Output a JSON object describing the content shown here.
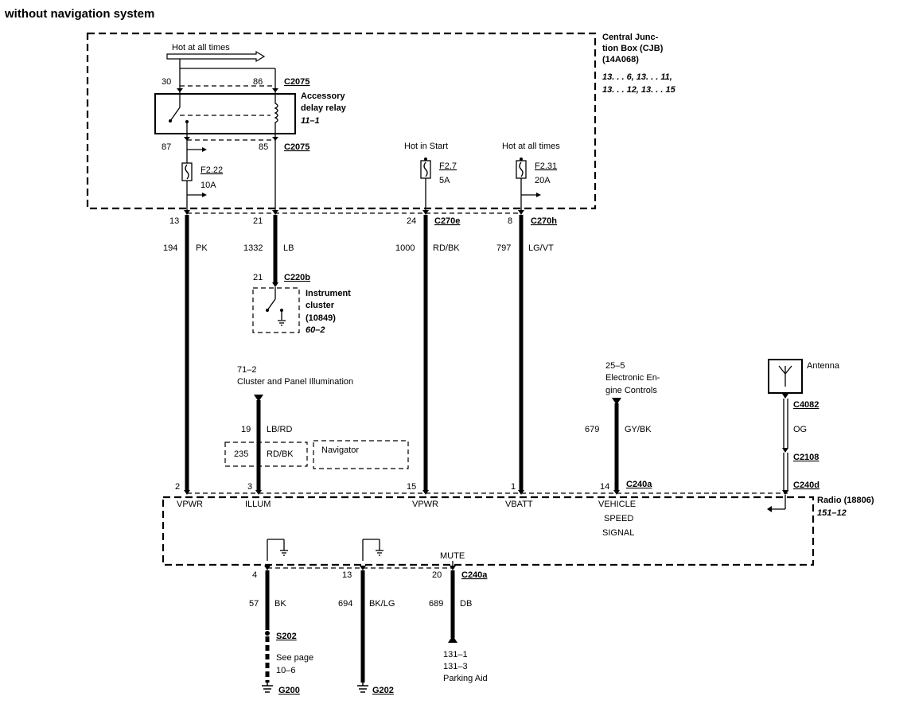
{
  "title": "without navigation system",
  "cjb": {
    "name_1": "Central Junc-",
    "name_2": "tion Box (CJB)",
    "part": "(14A068)",
    "ref_1": "13. . . 6, 13. . . 11,",
    "ref_2": "13. . . 12, 13. . . 15"
  },
  "relay": {
    "hot_label": "Hot at all times",
    "pin_30": "30",
    "pin_86": "86",
    "pin_87": "87",
    "pin_85": "85",
    "conn_top": "C2075",
    "conn_bottom": "C2075",
    "name_1": "Accessory",
    "name_2": "delay relay",
    "ref": "11–1"
  },
  "fuses": [
    {
      "id": "F2.22",
      "rating": "10A"
    },
    {
      "id": "F2.7",
      "rating": "5A",
      "supply": "Hot in Start"
    },
    {
      "id": "F2.31",
      "rating": "20A",
      "supply": "Hot at all times"
    }
  ],
  "cjb_pins": {
    "p13": "13",
    "p21": "21",
    "p24": "24",
    "p8": "8",
    "c270e": "C270e",
    "c270h": "C270h"
  },
  "wires": {
    "w194": {
      "circuit": "194",
      "color": "PK"
    },
    "w1332": {
      "circuit": "1332",
      "color": "LB"
    },
    "w1000": {
      "circuit": "1000",
      "color": "RD/BK"
    },
    "w797": {
      "circuit": "797",
      "color": "LG/VT"
    },
    "w19": {
      "circuit": "19",
      "color": "LB/RD"
    },
    "w235": {
      "circuit": "235",
      "color": "RD/BK"
    },
    "w679": {
      "circuit": "679",
      "color": "GY/BK"
    },
    "wOG": {
      "color": "OG"
    },
    "w57": {
      "circuit": "57",
      "color": "BK"
    },
    "w694": {
      "circuit": "694",
      "color": "BK/LG"
    },
    "w689": {
      "circuit": "689",
      "color": "DB"
    }
  },
  "cluster": {
    "pin": "21",
    "connector": "C220b",
    "name_1": "Instrument",
    "name_2": "cluster",
    "part": "(10849)",
    "ref": "60–2"
  },
  "illum": {
    "ref": "71–2",
    "label": "Cluster and Panel Illumination"
  },
  "navigator": "Navigator",
  "eec": {
    "ref": "25–5",
    "label_1": "Electronic En-",
    "label_2": "gine Controls"
  },
  "antenna": {
    "label": "Antenna",
    "c4082": "C4082",
    "c2108": "C2108",
    "c240d": "C240d"
  },
  "radio": {
    "name": "Radio (18806)",
    "ref": "151–12",
    "conn": "C240a",
    "pin_2": "2",
    "pin_3": "3",
    "pin_15": "15",
    "pin_1": "1",
    "pin_14": "14",
    "vpwr1": "VPWR",
    "illum": "ILLUM",
    "vpwr2": "VPWR",
    "vbatt": "VBATT",
    "vss_1": "VEHICLE",
    "vss_2": "SPEED",
    "vss_3": "SIGNAL",
    "mute": "MUTE",
    "pin_4": "4",
    "pin_13": "13",
    "pin_20": "20",
    "conn_bottom": "C240a"
  },
  "grounds": {
    "s202": "S202",
    "see_1": "See page",
    "see_2": "10–6",
    "g200": "G200",
    "g202": "G202"
  },
  "parking": {
    "ref_1": "131–1",
    "ref_2": "131–3",
    "label": "Parking Aid"
  }
}
